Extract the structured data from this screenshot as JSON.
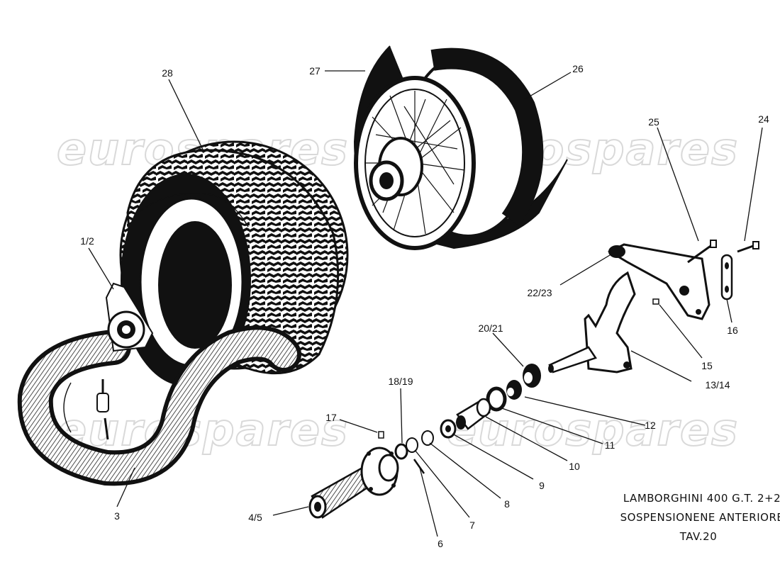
{
  "watermark": "eurospares",
  "title_block": {
    "line1": "LAMBORGHINI  400  G.T.  2+2",
    "line2": "SOSPENSIONENE ANTERIORE",
    "line3": "TAV.20"
  },
  "callouts": {
    "c28": "28",
    "c27": "27",
    "c26": "26",
    "c25": "25",
    "c24": "24",
    "c1_2": "1/2",
    "c22_23": "22/23",
    "c20_21": "20/21",
    "c16": "16",
    "c15": "15",
    "c13_14": "13/14",
    "c18_19": "18/19",
    "c17": "17",
    "c12": "12",
    "c11": "11",
    "c10": "10",
    "c9": "9",
    "c8": "8",
    "c7": "7",
    "c6": "6",
    "c4_5": "4/5",
    "c3": "3"
  }
}
